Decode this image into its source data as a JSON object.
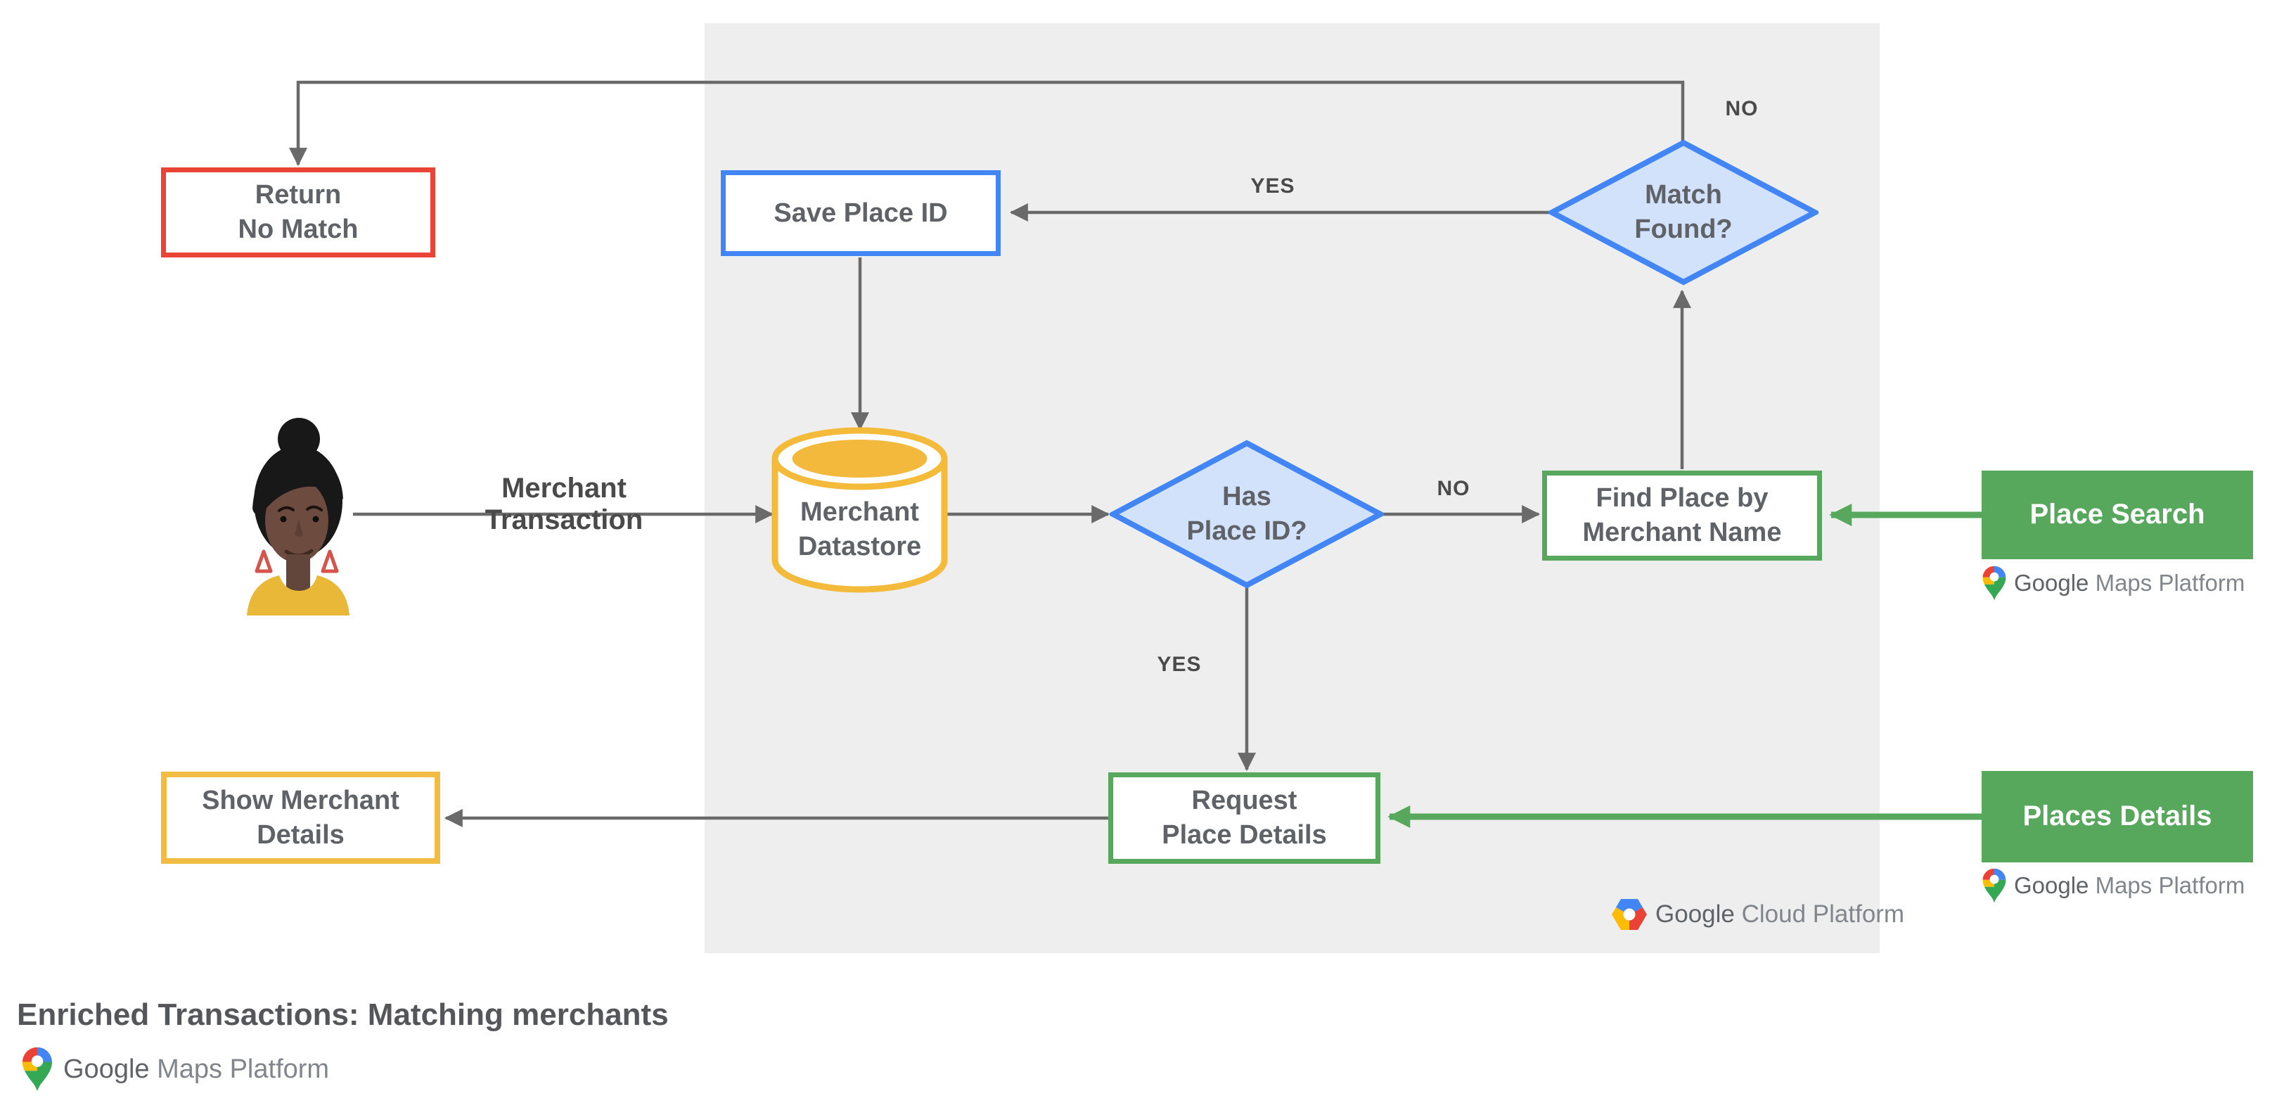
{
  "title": "Enriched Transactions: Matching merchants",
  "nodes": {
    "return_no_match": "Return\nNo Match",
    "save_place_id": "Save Place ID",
    "merchant_datastore": "Merchant\nDatastore",
    "has_place_id": "Has\nPlace ID?",
    "match_found": "Match\nFound?",
    "find_place": "Find Place by\nMerchant Name",
    "place_search": "Place Search",
    "request_place_details": "Request\nPlace Details",
    "places_details": "Places Details",
    "show_merchant_details": "Show Merchant\nDetails"
  },
  "edge_labels": {
    "merchant_transaction": "Merchant Transaction",
    "match_found_yes": "YES",
    "match_found_no": "NO",
    "has_place_id_no": "NO",
    "has_place_id_yes": "YES"
  },
  "logos": {
    "google_cloud_platform": {
      "google": "Google",
      "rest": "Cloud Platform"
    },
    "google_maps_platform": {
      "google": "Google",
      "rest": "Maps Platform"
    }
  },
  "colors": {
    "red_border": "#e94436",
    "blue_border": "#4285f4",
    "blue_diamond_fill": "#d3e2fb",
    "yellow": "#f2bb42",
    "green": "#57a85d",
    "panel_background": "#eeeeee",
    "arrow_gray": "#6a6a6a",
    "node_text": "#5f6368"
  }
}
